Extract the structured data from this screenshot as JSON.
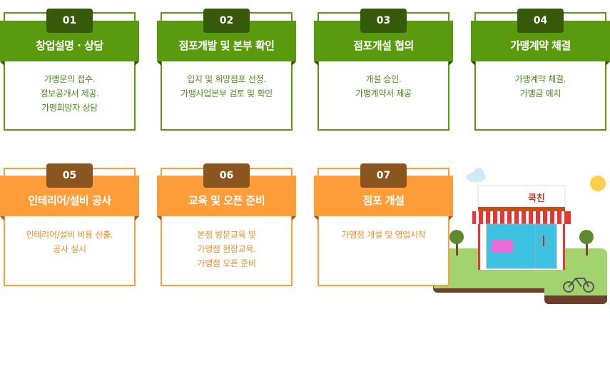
{
  "steps": [
    {
      "num": "01",
      "title": "창업설명 · 상담",
      "lines": [
        "가맹문의 접수.",
        "정보공개서 제공.",
        "가맹희망자 상담"
      ]
    },
    {
      "num": "02",
      "title": "점포개발 및 본부 확인",
      "lines": [
        "입지 및 희망점포 선정.",
        "가맹사업본부 검토 및 확인"
      ]
    },
    {
      "num": "03",
      "title": "점포개설 협의",
      "lines": [
        "개설 승인.",
        "가맹계약서 제공"
      ]
    },
    {
      "num": "04",
      "title": "가맹계약 체결",
      "lines": [
        "가맹계약 체결.",
        "가맹금 예치"
      ]
    },
    {
      "num": "05",
      "title": "인테리어/설비 공사",
      "lines": [
        "인테리어/설비 비용 산출.",
        "공사 실시"
      ]
    },
    {
      "num": "06",
      "title": "교육 및 오픈 준비",
      "lines": [
        "본점 방문교육 및",
        "가맹점 현장교육.",
        "가맹점 오픈 준비"
      ]
    },
    {
      "num": "07",
      "title": "점포 개설",
      "lines": [
        "가맹점 개설 및 영업시작"
      ]
    }
  ],
  "store_sign": "쿡친",
  "colors": {
    "green": "#5a9a0f",
    "orange": "#ff9d3a"
  }
}
